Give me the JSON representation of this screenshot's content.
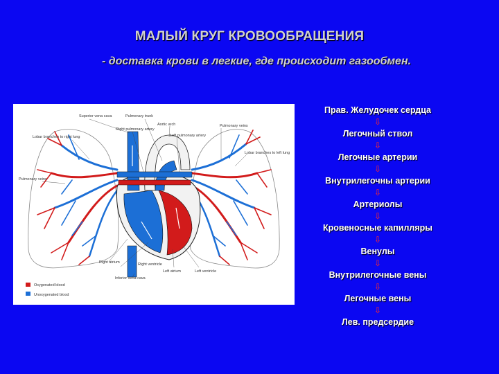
{
  "slide": {
    "title": "МАЛЫЙ КРУГ КРОВООБРАЩЕНИЯ",
    "subtitle": "- доставка крови в легкие, где происходит газообмен."
  },
  "diagram": {
    "labels": {
      "superior_vena_cava": "Superior vena cava",
      "pulmonary_trunk": "Pulmonary trunk",
      "aortic_arch": "Aortic arch",
      "right_pulmonary_artery": "Right pulmonary artery",
      "left_pulmonary_artery": "Left pulmonary artery",
      "pulmonary_veins_right": "Pulmonary veins",
      "pulmonary_veins_left": "Pulmonary veins",
      "lobar_right": "Lobar branches to right lung",
      "lobar_left": "Lobar branches to left lung",
      "right_atrium": "Right atrium",
      "right_ventricle": "Right ventricle",
      "inferior_vena_cava": "Inferior vena cava",
      "left_atrium": "Left atrium",
      "left_ventricle": "Left ventricle"
    },
    "legend": [
      {
        "label": "Oxygenated blood",
        "color": "#d21b1b"
      },
      {
        "label": "Unoxygenated blood",
        "color": "#1c6fd6"
      }
    ]
  },
  "flow": {
    "steps": [
      "Прав. Желудочек сердца",
      "Легочный ствол",
      "Легочные артерии",
      "Внутрилегочны артерии",
      "Артериолы",
      "Кровеносные капилляры",
      "Венулы",
      "Внутрилегочные вены",
      "Легочные вены",
      "Лев. предсердие"
    ],
    "arrow_symbol": "⇩"
  }
}
